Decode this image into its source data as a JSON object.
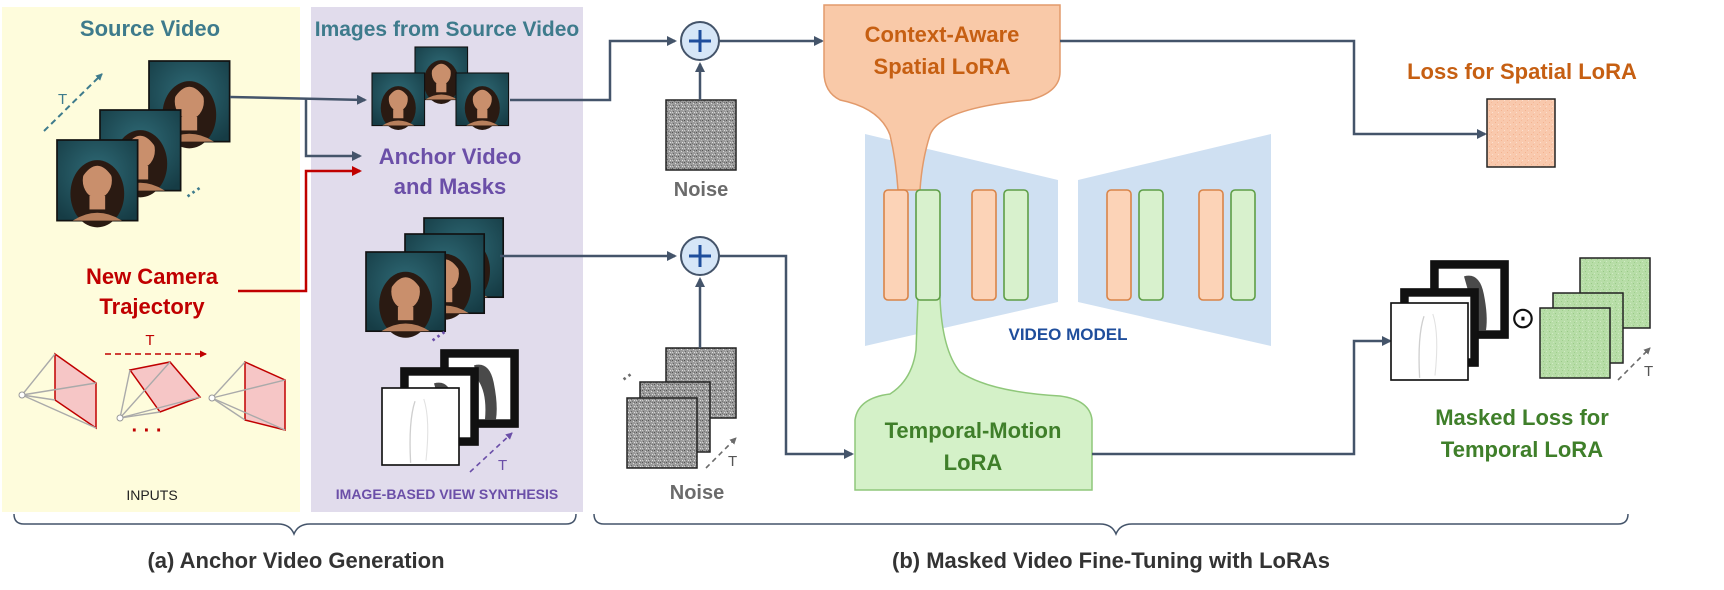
{
  "panels": {
    "inputs": {
      "title": "Source Video",
      "footer": "INPUTS",
      "camera_label_1": "New Camera",
      "camera_label_2": "Trajectory",
      "t_label": "T",
      "dots": "· · ·"
    },
    "ibvs": {
      "title": "Images from Source Video",
      "anchor_label_1": "Anchor Video",
      "anchor_label_2": "and Masks",
      "footer": "IMAGE-BASED VIEW SYNTHESIS",
      "t_label": "T"
    }
  },
  "noise": {
    "label_top": "Noise",
    "label_bottom": "Noise",
    "t_label": "T"
  },
  "lora": {
    "spatial_1": "Context-Aware",
    "spatial_2": "Spatial LoRA",
    "temporal_1": "Temporal-Motion",
    "temporal_2": "LoRA",
    "video_model": "VIDEO MODEL"
  },
  "losses": {
    "spatial": "Loss for Spatial LoRA",
    "temporal_1": "Masked Loss for",
    "temporal_2": "Temporal LoRA",
    "odot": "⊙",
    "t_label": "T"
  },
  "captions": {
    "a": "(a) Anchor Video Generation",
    "b": "(b) Masked Video Fine-Tuning with LoRAs"
  },
  "colors": {
    "teal": "#3e7b8c",
    "purple": "#6b4fa8",
    "red": "#c00000",
    "orange": "#c65f12",
    "green": "#3f7f2a",
    "blue": "#1f4e9c",
    "arrow": "#44546a"
  }
}
